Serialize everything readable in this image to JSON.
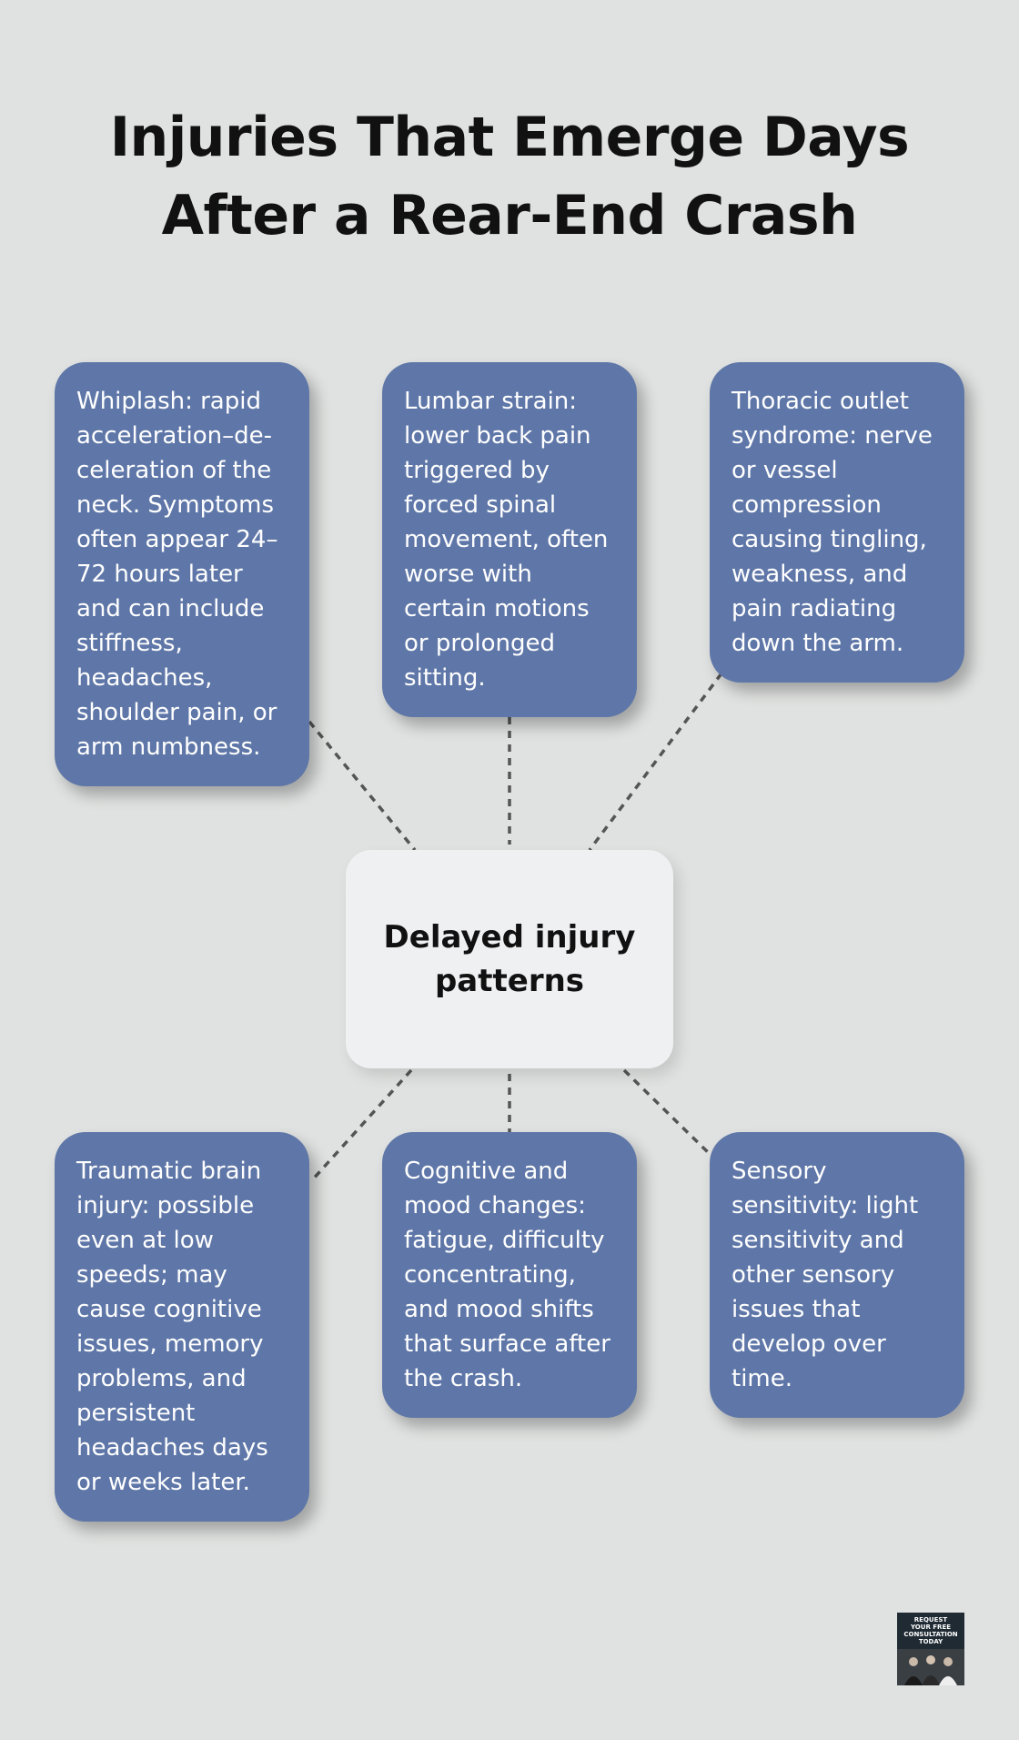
{
  "title": "Injuries That Emerge Days After a Rear-End Crash",
  "center_node": "Delayed injury patterns",
  "nodes": [
    {
      "text": "Whiplash: rapid acceleration–de-celeration of the neck. Symptoms often appear 24–72 hours later and can include stiffness, headaches, shoulder pain, or arm numbness."
    },
    {
      "text": "Lumbar strain: lower back pain triggered by forced spinal movement, often worse with certain motions or prolonged sitting."
    },
    {
      "text": "Thoracic outlet syndrome: nerve or vessel compression causing tingling, weakness, and pain radiating down the arm."
    },
    {
      "text": "Traumatic brain injury: possible even at low speeds; may cause cognitive issues, memory problems, and persistent headaches days or weeks later."
    },
    {
      "text": "Cognitive and mood changes: fatigue, difficulty concentrating, and mood shifts that surface after the crash."
    },
    {
      "text": "Sensory sensitivity: light sensitivity and other sensory issues that develop over time."
    }
  ],
  "logo": {
    "text": "REQUEST\nYOUR FREE\nCONSULTATION\nTODAY"
  },
  "colors": {
    "background": "#e0e2e1",
    "node_fill": "#5f77a8",
    "center_fill": "#eff0f2",
    "connector": "#555555"
  }
}
